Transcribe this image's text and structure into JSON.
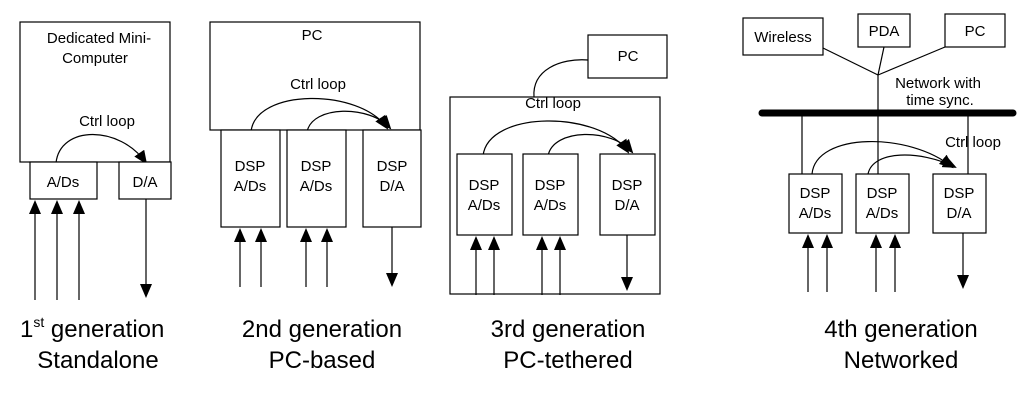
{
  "gen1": {
    "computer_line1": "Dedicated Mini-",
    "computer_line2": "Computer",
    "ctrl_loop": "Ctrl loop",
    "adc": "A/Ds",
    "dac": "D/A",
    "caption_num": "1",
    "caption_sup": "st",
    "caption_rest": " generation",
    "caption_line2": "Standalone"
  },
  "gen2": {
    "pc": "PC",
    "ctrl_loop": "Ctrl loop",
    "dsp": "DSP",
    "adc": "A/Ds",
    "dac": "D/A",
    "caption_line1": "2nd generation",
    "caption_line2": "PC-based"
  },
  "gen3": {
    "pc": "PC",
    "ctrl_loop": "Ctrl loop",
    "dsp": "DSP",
    "adc": "A/Ds",
    "dac": "D/A",
    "caption_line1": "3rd generation",
    "caption_line2": "PC-tethered"
  },
  "gen4": {
    "wireless": "Wireless",
    "pda": "PDA",
    "pc": "PC",
    "network_line1": "Network with",
    "network_line2": "time sync.",
    "ctrl_loop": "Ctrl loop",
    "dsp": "DSP",
    "adc": "A/Ds",
    "dac": "D/A",
    "caption_line1": "4th generation",
    "caption_line2": "Networked"
  }
}
